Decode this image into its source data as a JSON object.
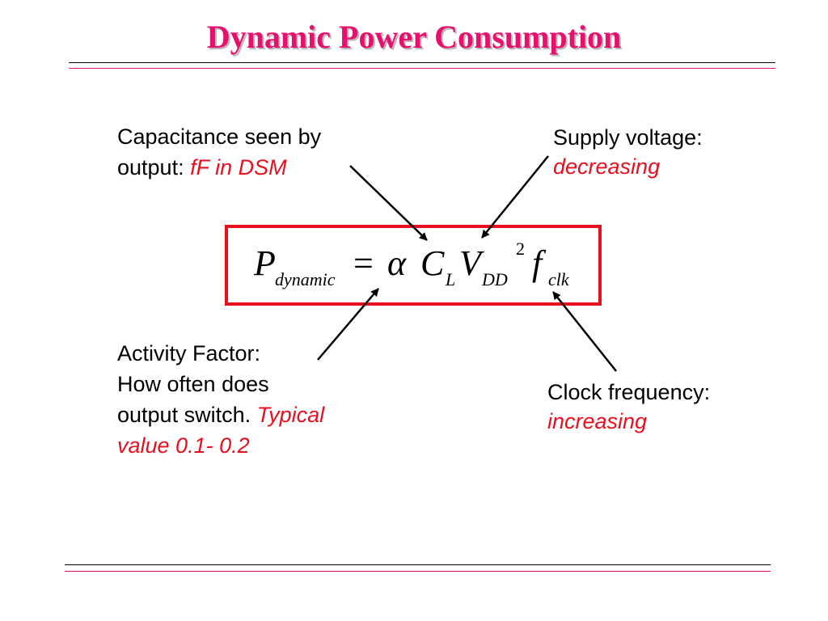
{
  "slide": {
    "title": "Dynamic Power Consumption"
  },
  "formula": {
    "P": "P",
    "sub_dynamic": "dynamic",
    "equals": "=",
    "alpha": "α",
    "C": "C",
    "sub_L": "L",
    "V": "V",
    "sub_DD": "DD",
    "exp_2": "2",
    "f": "f",
    "sub_clk": "clk"
  },
  "annotations": {
    "capacitance": {
      "line1": "Capacitance seen by",
      "line2_prefix": "output: ",
      "highlight": "fF in DSM"
    },
    "supply": {
      "line1": "Supply voltage:",
      "highlight": "decreasing"
    },
    "activity": {
      "line1": "Activity Factor:",
      "line2": "How often does",
      "line3_prefix": "output switch. ",
      "highlight_1": "Typical",
      "highlight_2": "value  0.1- 0.2"
    },
    "clock": {
      "line1": "Clock frequency:",
      "highlight": "increasing"
    }
  },
  "colors": {
    "title": "#e8106e",
    "highlight": "#e8101e",
    "box_border": "#e8101e",
    "rule_pink": "#e8106e",
    "rule_black": "#000000"
  }
}
